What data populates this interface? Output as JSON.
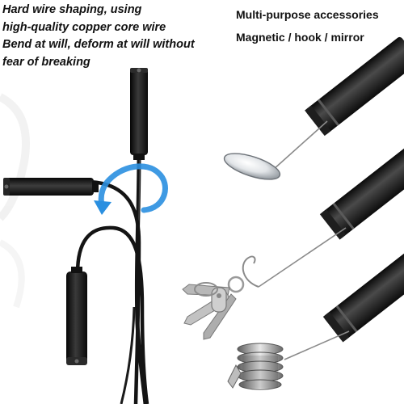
{
  "left_caption": {
    "line1": "Hard wire shaping, using",
    "line2": "high-quality copper core wire",
    "line3": "Bend at will, deform at will without",
    "line4": "fear of breaking"
  },
  "right_caption": {
    "line1": "Multi-purpose accessories",
    "line2": "Magnetic / hook / mirror"
  },
  "colors": {
    "cable": "#141414",
    "camera_body": "#1b1b1b",
    "arrow": "#2a8fe0",
    "rod": "#8a8a8a",
    "background": "#ffffff"
  },
  "icons": {
    "bend_arrow": "curved-arrow-icon",
    "mirror": "mirror-accessory-icon",
    "hook": "hook-accessory-icon",
    "magnet": "magnet-accessory-icon"
  }
}
